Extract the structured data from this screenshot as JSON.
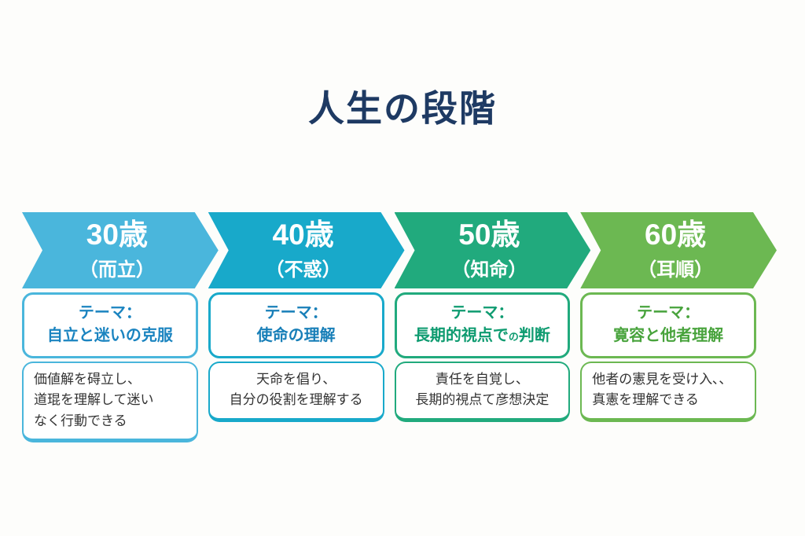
{
  "title": "人生の段階",
  "title_color": "#1e3a63",
  "background_color": "#fdfdfb",
  "description_text_color": "#333333",
  "stages": [
    {
      "age": "30歳",
      "reading": "（而立）",
      "theme_label": "テーマ：",
      "theme": "自立と迷いの克服",
      "theme_small": "",
      "theme_rest": "",
      "desc": "価値解を碍立し、\n道琨を理解して迷い\nなく行動できる",
      "color": "#4ab6dc",
      "theme_color": "#1b84c0"
    },
    {
      "age": "40歳",
      "reading": "（不惑）",
      "theme_label": "テーマ：",
      "theme": "使命の理解",
      "theme_small": "",
      "theme_rest": "",
      "desc": "天命を倡り、\n自分の役割を理解する",
      "color": "#18a9ca",
      "theme_color": "#187fb8"
    },
    {
      "age": "50歳",
      "reading": "（知命）",
      "theme_label": "テーマ：",
      "theme": "長期的視点で",
      "theme_small": "の",
      "theme_rest": "判断",
      "desc": "責任を自覚し、\n長期的視点て彦想決定",
      "color": "#21aa7d",
      "theme_color": "#0e9b70"
    },
    {
      "age": "60歳",
      "reading": "（耳順）",
      "theme_label": "テーマ：",
      "theme": "寛容と他者理解",
      "theme_small": "",
      "theme_rest": "",
      "desc": "他者の憲見を受け入､､\n真憲を理解できる",
      "color": "#6cb852",
      "theme_color": "#48a33c"
    }
  ]
}
